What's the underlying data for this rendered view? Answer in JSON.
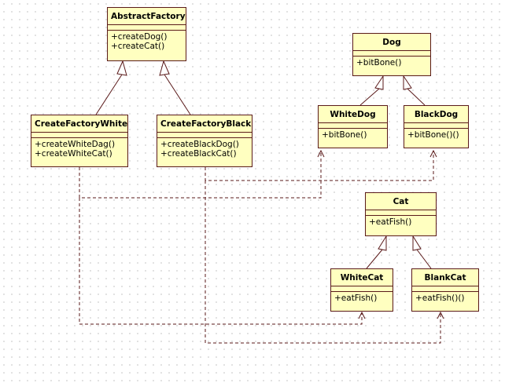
{
  "colors": {
    "class_fill": "#ffffc0",
    "border": "#5a1a1a",
    "line": "#5a1a1a"
  },
  "classes": {
    "abstract_factory": {
      "name": "AbstractFactory",
      "ops": [
        "+createDog()",
        "+createCat()"
      ]
    },
    "create_factory_white": {
      "name": "CreateFactoryWhite",
      "ops": [
        "+createWhiteDag()",
        "+createWhiteCat()"
      ]
    },
    "create_factory_black": {
      "name": "CreateFactoryBlack",
      "ops": [
        "+createBlackDog()",
        "+createBlackCat()"
      ]
    },
    "dog": {
      "name": "Dog",
      "ops": [
        "+bitBone()"
      ]
    },
    "white_dog": {
      "name": "WhiteDog",
      "ops": [
        "+bitBone()"
      ]
    },
    "black_dog": {
      "name": "BlackDog",
      "ops": [
        "+bitBone()()"
      ]
    },
    "cat": {
      "name": "Cat",
      "ops": [
        "+eatFish()"
      ]
    },
    "white_cat": {
      "name": "WhiteCat",
      "ops": [
        "+eatFish()"
      ]
    },
    "blank_cat": {
      "name": "BlankCat",
      "ops": [
        "+eatFish()()"
      ]
    }
  }
}
